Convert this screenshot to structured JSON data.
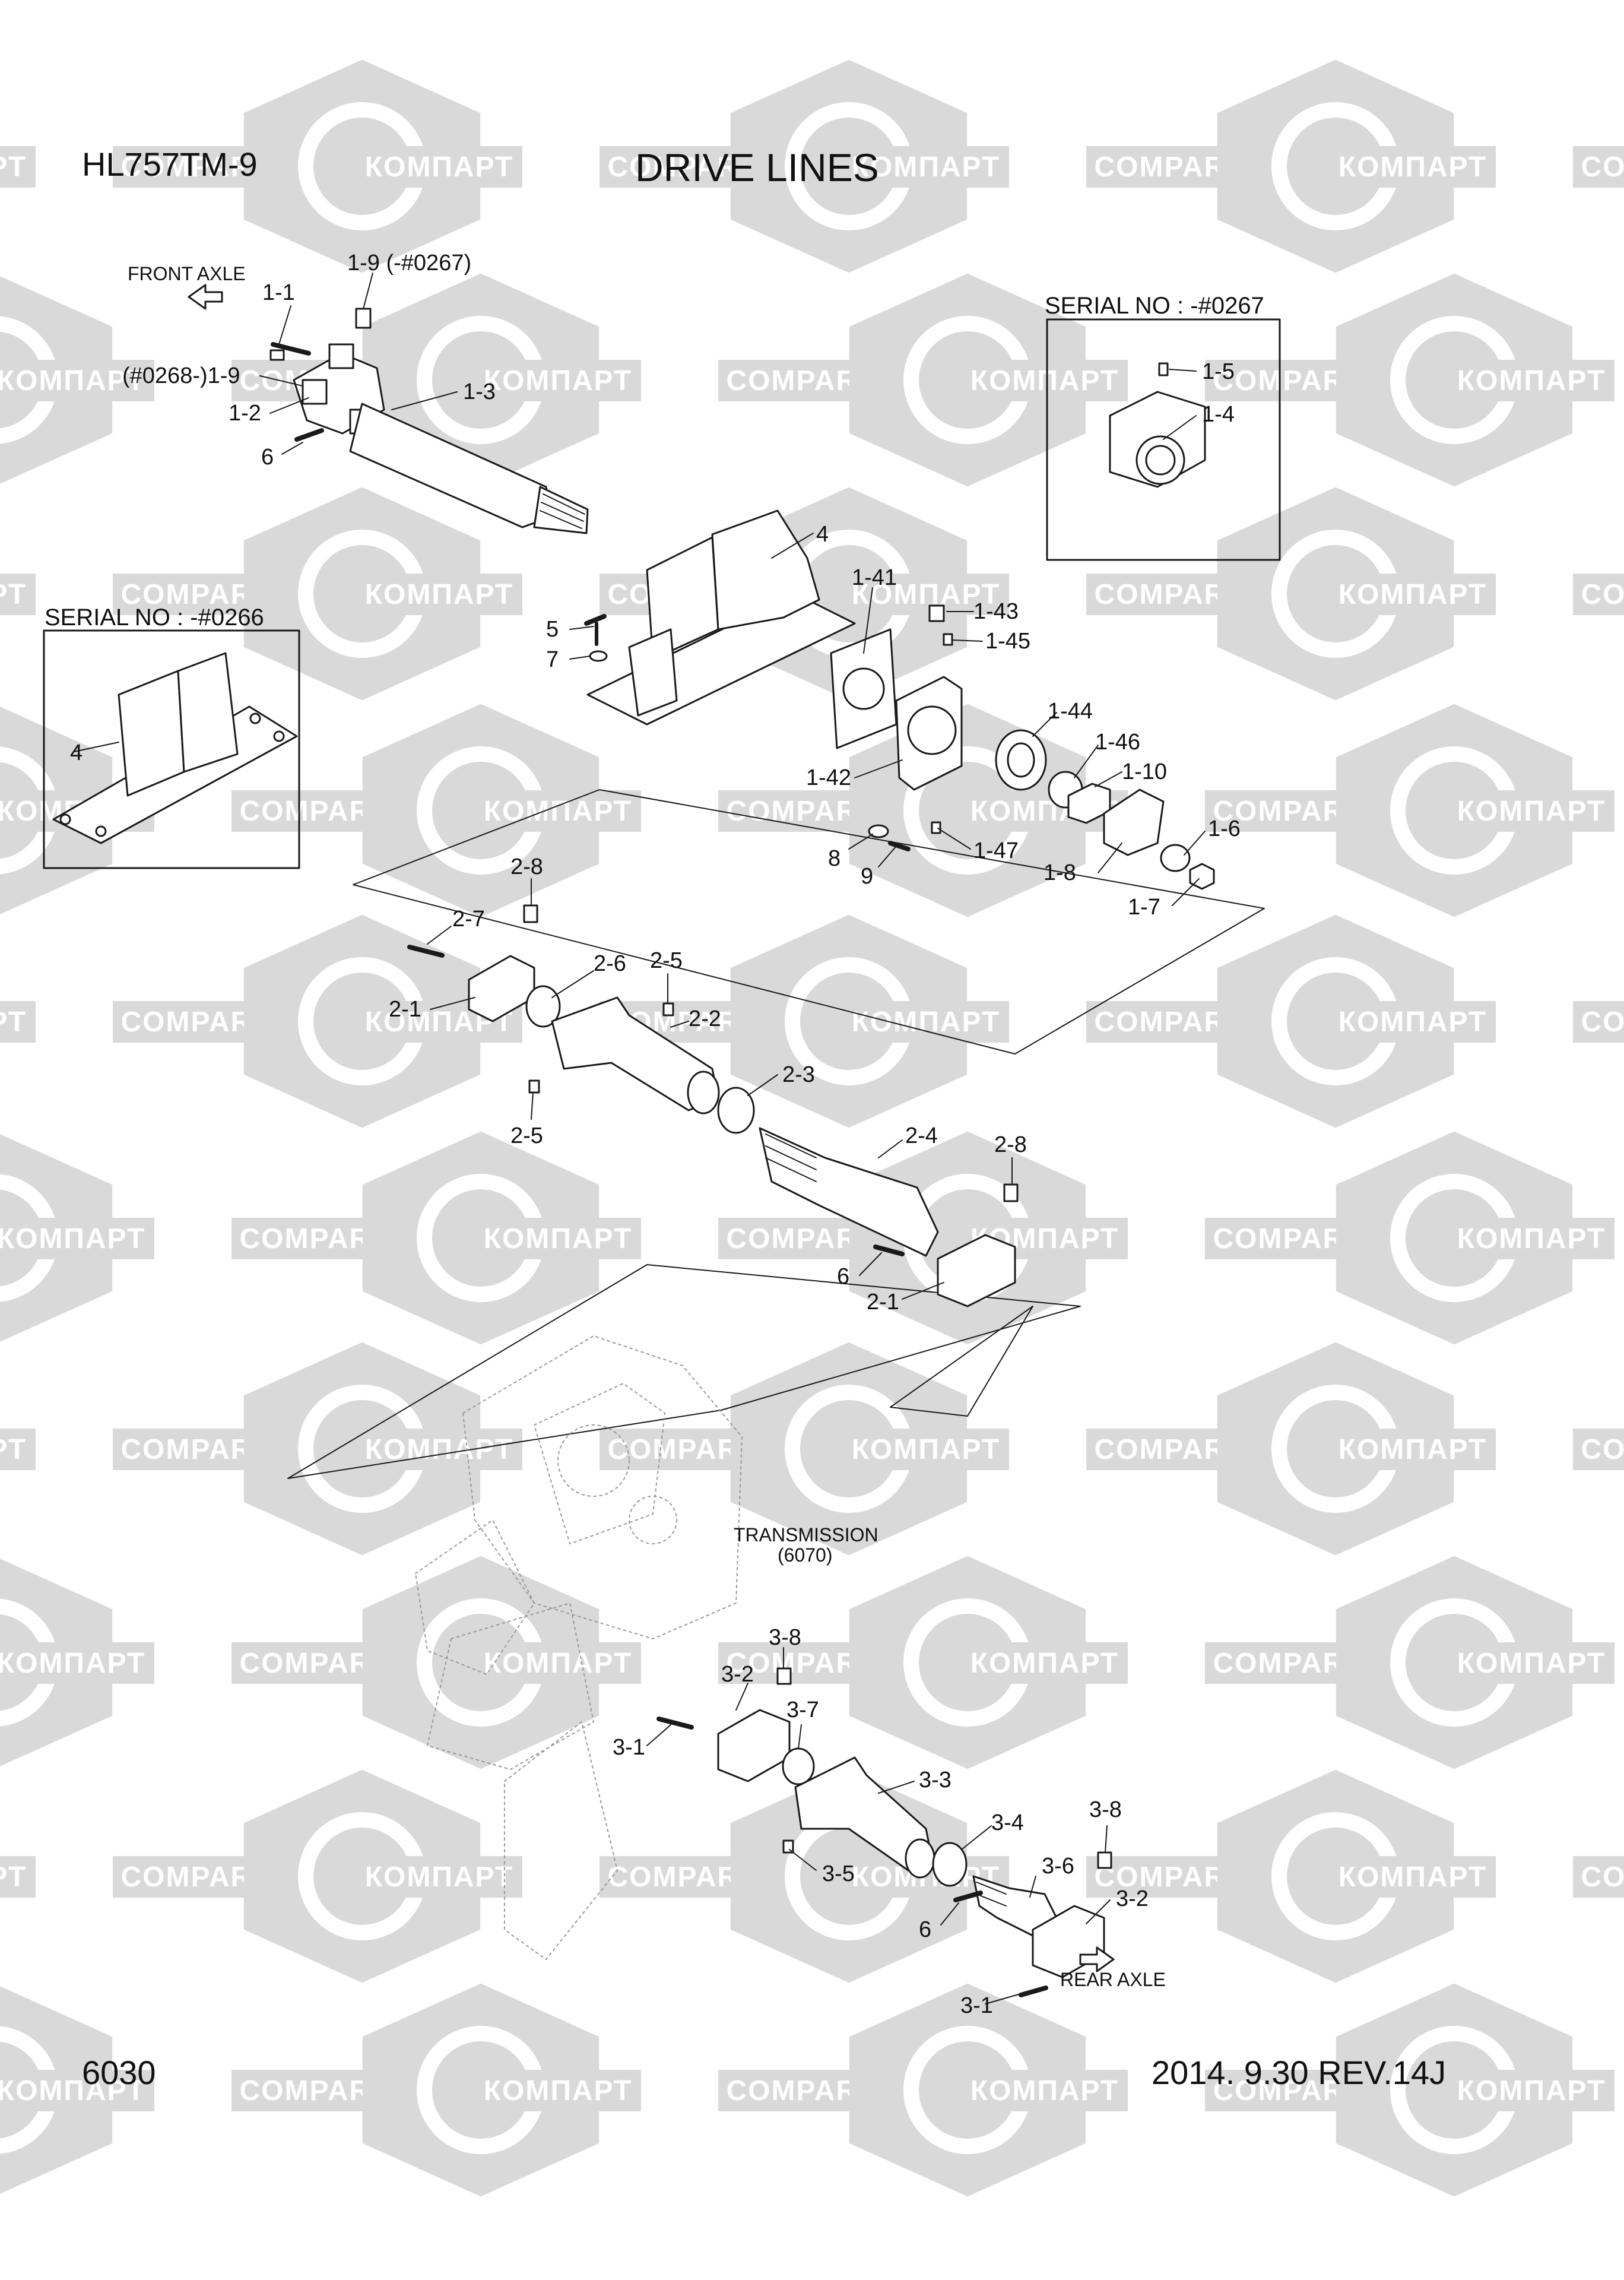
{
  "header": {
    "model": "HL757TM-9",
    "title": "DRIVE LINES"
  },
  "footer": {
    "page": "6030",
    "date_rev": "2014. 9.30  REV.14J"
  },
  "watermark": {
    "text_cyr": "КОМПАРТ",
    "text_lat": "COMPART",
    "color": "#d9d9d9"
  },
  "annotations": {
    "front_axle": "FRONT AXLE",
    "rear_axle": "REAR AXLE",
    "transmission": "TRANSMISSION",
    "transmission_code": "(6070)",
    "serial_0267": "SERIAL NO : -#0267",
    "serial_0266": "SERIAL NO : -#0266"
  },
  "callouts": {
    "c_1_9a": "1-9 (-#0267)",
    "c_1_1": "1-1",
    "c_1_9b": "(#0268-)1-9",
    "c_1_2": "1-2",
    "c_1_3": "1-3",
    "c_6a": "6",
    "c_1_5": "1-5",
    "c_1_4": "1-4",
    "c_4a": "4",
    "c_1_41": "1-41",
    "c_1_43": "1-43",
    "c_1_45": "1-45",
    "c_5": "5",
    "c_7": "7",
    "c_4b": "4",
    "c_1_44": "1-44",
    "c_1_46": "1-46",
    "c_1_10": "1-10",
    "c_1_42": "1-42",
    "c_8": "8",
    "c_9": "9",
    "c_1_47": "1-47",
    "c_1_8": "1-8",
    "c_1_6": "1-6",
    "c_1_7": "1-7",
    "c_2_8a": "2-8",
    "c_2_7": "2-7",
    "c_2_1a": "2-1",
    "c_2_6": "2-6",
    "c_2_5a": "2-5",
    "c_2_2": "2-2",
    "c_2_3": "2-3",
    "c_2_5b": "2-5",
    "c_2_4": "2-4",
    "c_2_8b": "2-8",
    "c_6b": "6",
    "c_2_1b": "2-1",
    "c_3_8a": "3-8",
    "c_3_2a": "3-2",
    "c_3_7": "3-7",
    "c_3_1a": "3-1",
    "c_3_3": "3-3",
    "c_3_4": "3-4",
    "c_3_8b": "3-8",
    "c_3_5": "3-5",
    "c_3_6": "3-6",
    "c_3_2b": "3-2",
    "c_6c": "6",
    "c_3_1b": "3-1"
  }
}
